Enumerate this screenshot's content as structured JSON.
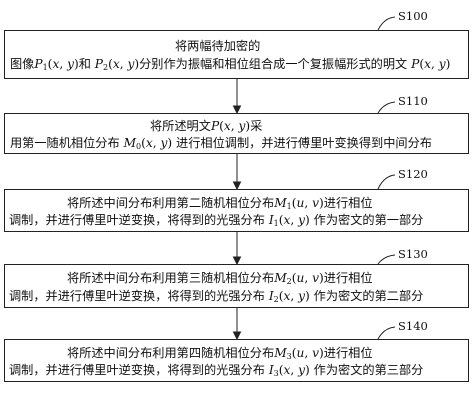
{
  "steps": [
    {
      "id": "S100",
      "label": "S100",
      "lines": [
        [
          {
            "t": "将两幅待加密的"
          }
        ],
        [
          {
            "t": "图像"
          },
          {
            "m": "P"
          },
          {
            "s": "1"
          },
          {
            "t": "("
          },
          {
            "m": "x"
          },
          {
            "t": ", "
          },
          {
            "m": "y"
          },
          {
            "t": ")和 "
          },
          {
            "m": "P"
          },
          {
            "s": "2"
          },
          {
            "t": "("
          },
          {
            "m": "x"
          },
          {
            "t": ", "
          },
          {
            "m": "y"
          },
          {
            "t": ")分别作为振幅和相位组合成一个复振幅形式的明文 "
          },
          {
            "m": "P"
          },
          {
            "t": "("
          },
          {
            "m": "x"
          },
          {
            "t": ", "
          },
          {
            "m": "y"
          },
          {
            "t": ")"
          }
        ]
      ]
    },
    {
      "id": "S110",
      "label": "S110",
      "lines": [
        [
          {
            "t": "将所述明文"
          },
          {
            "m": "P"
          },
          {
            "t": "("
          },
          {
            "m": "x"
          },
          {
            "t": ", "
          },
          {
            "m": "y"
          },
          {
            "t": ")采"
          }
        ],
        [
          {
            "t": "用第一随机相位分布 "
          },
          {
            "m": "M"
          },
          {
            "s": "0"
          },
          {
            "t": "("
          },
          {
            "m": "x"
          },
          {
            "t": ", "
          },
          {
            "m": "y"
          },
          {
            "t": ") 进行相位调制，并进行傅里叶变换得到中间分布"
          }
        ]
      ]
    },
    {
      "id": "S120",
      "label": "S120",
      "lines": [
        [
          {
            "t": "将所述中间分布利用第二随机相位分布"
          },
          {
            "m": "M"
          },
          {
            "s": "1"
          },
          {
            "t": "("
          },
          {
            "m": "u"
          },
          {
            "t": ", "
          },
          {
            "m": "v"
          },
          {
            "t": ")进行相位"
          }
        ],
        [
          {
            "t": "调制，并进行傅里叶逆变换，将得到的光强分布 "
          },
          {
            "m": "I"
          },
          {
            "s": "1"
          },
          {
            "t": "("
          },
          {
            "m": "x"
          },
          {
            "t": ", "
          },
          {
            "m": "y"
          },
          {
            "t": ") 作为密文的第一部分"
          }
        ]
      ]
    },
    {
      "id": "S130",
      "label": "S130",
      "lines": [
        [
          {
            "t": "将所述中间分布利用第三随机相位分布"
          },
          {
            "m": "M"
          },
          {
            "s": "2"
          },
          {
            "t": "("
          },
          {
            "m": "u"
          },
          {
            "t": ", "
          },
          {
            "m": "v"
          },
          {
            "t": ")进行相位"
          }
        ],
        [
          {
            "t": "调制，并进行傅里叶逆变换，将得到的光强分布 "
          },
          {
            "m": "I"
          },
          {
            "s": "2"
          },
          {
            "t": "("
          },
          {
            "m": "x"
          },
          {
            "t": ", "
          },
          {
            "m": "y"
          },
          {
            "t": ") 作为密文的第二部分"
          }
        ]
      ]
    },
    {
      "id": "S140",
      "label": "S140",
      "lines": [
        [
          {
            "t": "将所述中间分布利用第四随机相位分布"
          },
          {
            "m": "M"
          },
          {
            "s": "3"
          },
          {
            "t": "("
          },
          {
            "m": "u"
          },
          {
            "t": ", "
          },
          {
            "m": "v"
          },
          {
            "t": ")进行相位"
          }
        ],
        [
          {
            "t": "调制，并进行傅里叶逆变换，将得到的光强分布 "
          },
          {
            "m": "I"
          },
          {
            "s": "3"
          },
          {
            "t": "("
          },
          {
            "m": "x"
          },
          {
            "t": ", "
          },
          {
            "m": "y"
          },
          {
            "t": ") 作为密文的第三部分"
          }
        ]
      ]
    }
  ]
}
